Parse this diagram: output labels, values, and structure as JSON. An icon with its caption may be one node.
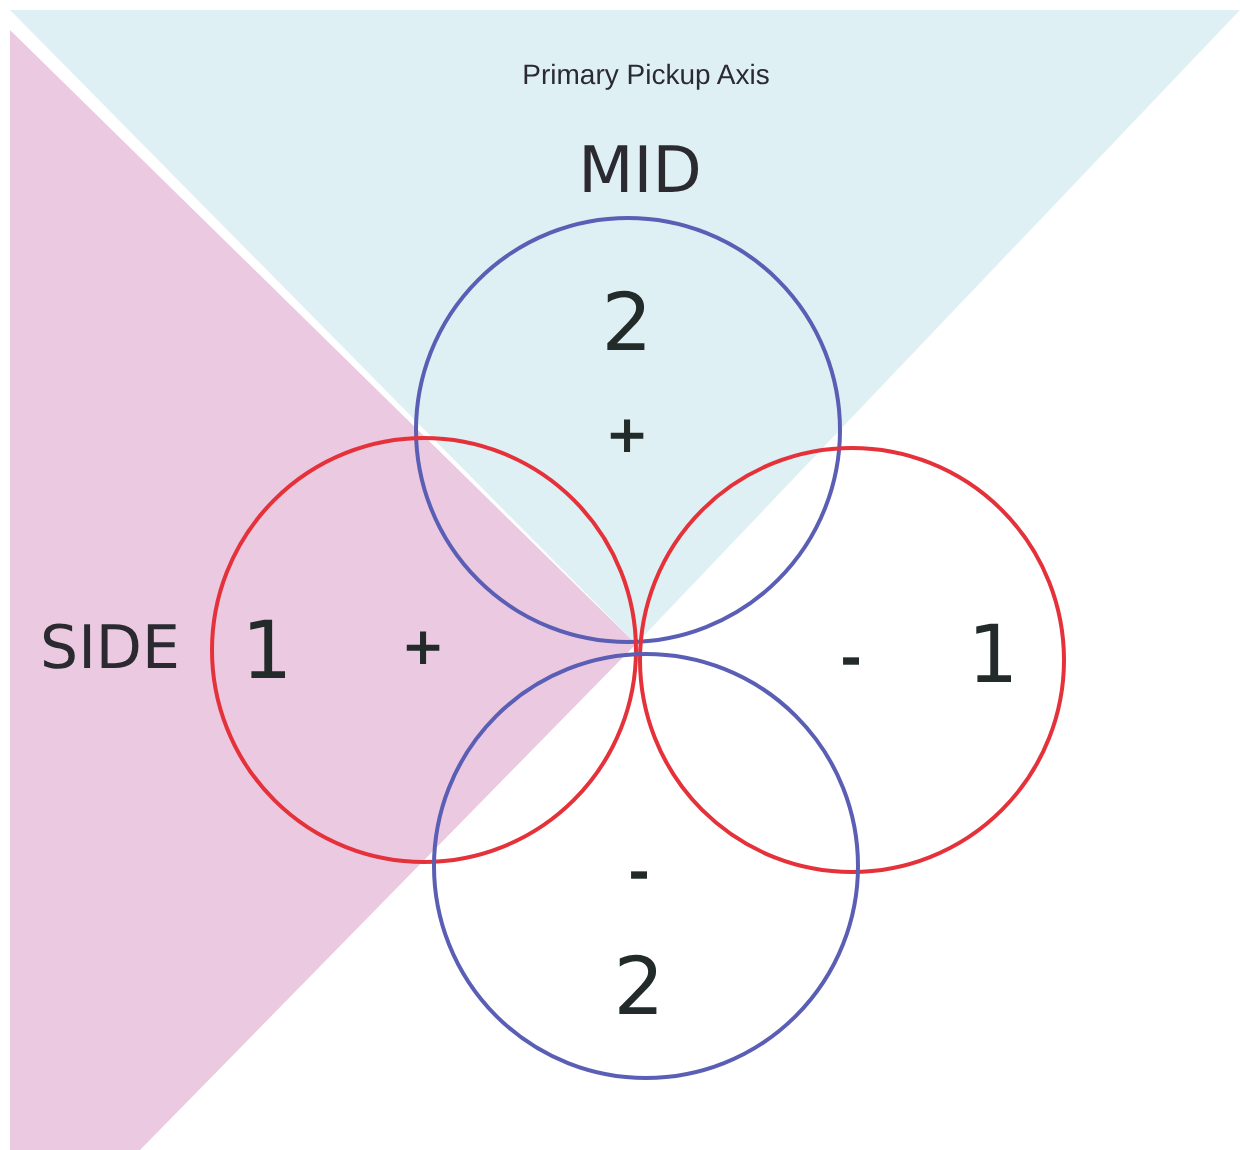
{
  "diagram": {
    "nodes": [
      {
        "text": [
          "2",
          "+"
        ]
      },
      {
        "text": [
          "1",
          "+"
        ]
      },
      {
        "text": [
          "-",
          "1"
        ]
      },
      {
        "text": [
          "-",
          "2"
        ]
      }
    ],
    "labels": [
      "Primary Pickup Axis",
      "MID",
      "SIDE"
    ]
  }
}
